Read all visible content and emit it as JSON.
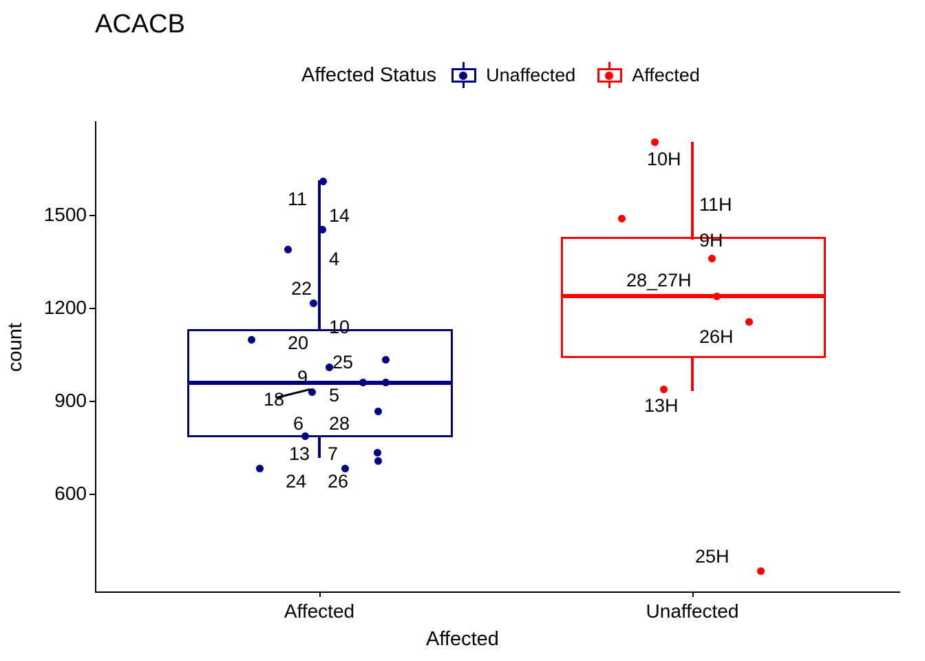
{
  "chart_data": {
    "type": "box",
    "title": "ACACB",
    "xlabel": "Affected",
    "ylabel": "count",
    "ylim": [
      380,
      1640
    ],
    "yticks": [
      600,
      900,
      1200,
      1500
    ],
    "ytick_labels": [
      "600",
      "900",
      "1200",
      "1500"
    ],
    "categories": [
      "Affected",
      "Unaffected"
    ],
    "grid": false,
    "legend": {
      "title": "Affected Status",
      "position": "top",
      "entries": [
        {
          "label": "Unaffected",
          "color": "#000080"
        },
        {
          "label": "Affected",
          "color": "#FF0000"
        }
      ]
    },
    "boxes": [
      {
        "category": "Affected",
        "color": "#000080",
        "q1": 790,
        "median": 977,
        "q3": 1162,
        "whisker_low": 715,
        "whisker_high": 1580
      },
      {
        "category": "Unaffected",
        "color": "#FF0000",
        "q1": 1042,
        "median": 1238,
        "q3": 1425,
        "whisker_low": 940,
        "whisker_high": 1590
      }
    ],
    "points": [
      {
        "label": "11",
        "category": "Affected",
        "value": 1580,
        "color": "#000080",
        "label_pos": "left-below"
      },
      {
        "label": "14",
        "category": "Affected",
        "value": 1455,
        "color": "#000080",
        "label_pos": "right-above"
      },
      {
        "label": "4",
        "category": "Affected",
        "value": 1395,
        "color": "#000080",
        "label_pos": "right-below"
      },
      {
        "label": "22",
        "category": "Affected",
        "value": 1215,
        "color": "#000080",
        "label_pos": "left-above"
      },
      {
        "label": "10",
        "category": "Affected",
        "value": 1162,
        "color": "#000080",
        "label_pos": "right"
      },
      {
        "label": "20",
        "category": "Affected",
        "value": 1105,
        "color": "#000080",
        "label_pos": "right-below"
      },
      {
        "label": "25",
        "category": "Affected",
        "value": 1020,
        "color": "#000080",
        "label_pos": "right"
      },
      {
        "label": "9",
        "category": "Affected",
        "value": 1045,
        "color": "#000080",
        "label_pos": "left-above"
      },
      {
        "label": "5",
        "category": "Affected",
        "value": 975,
        "color": "#000080",
        "label_pos": "right-below"
      },
      {
        "label": "18",
        "category": "Affected",
        "value": 945,
        "color": "#000080",
        "label_pos": "leader-left"
      },
      {
        "label": "28",
        "category": "Affected",
        "value": 895,
        "color": "#000080",
        "label_pos": "left-below"
      },
      {
        "label": "6",
        "category": "Affected",
        "value": 800,
        "color": "#000080",
        "label_pos": "above"
      },
      {
        "label": "13",
        "category": "Affected",
        "value": 775,
        "color": "#000080",
        "label_pos": "left-below"
      },
      {
        "label": "7",
        "category": "Affected",
        "value": 730,
        "color": "#000080",
        "label_pos": "right-below"
      },
      {
        "label": "24",
        "category": "Affected",
        "value": 705,
        "color": "#000080",
        "label_pos": "below"
      },
      {
        "label": "26",
        "category": "Affected",
        "value": 705,
        "color": "#000080",
        "label_pos": "below"
      },
      {
        "label": "10H",
        "category": "Unaffected",
        "value": 1615,
        "color": "#FF0000",
        "label_pos": "below"
      },
      {
        "label": "11H",
        "category": "Unaffected",
        "value": 1490,
        "color": "#FF0000",
        "label_pos": "right"
      },
      {
        "label": "9H",
        "category": "Unaffected",
        "value": 1360,
        "color": "#FF0000",
        "label_pos": "above"
      },
      {
        "label": "28_27H",
        "category": "Unaffected",
        "value": 1238,
        "color": "#FF0000",
        "label_pos": "left-above"
      },
      {
        "label": "26H",
        "category": "Unaffected",
        "value": 1165,
        "color": "#FF0000",
        "label_pos": "left-below"
      },
      {
        "label": "13H",
        "category": "Unaffected",
        "value": 950,
        "color": "#FF0000",
        "label_pos": "below"
      },
      {
        "label": "25H",
        "category": "Unaffected",
        "value": 355,
        "color": "#FF0000",
        "label_pos": "left-above"
      }
    ]
  },
  "axis": {
    "y_title": "count",
    "x_title": "Affected",
    "ytick_labels": [
      "1500",
      "1200",
      "900",
      "600"
    ],
    "xtick_labels": [
      "Affected",
      "Unaffected"
    ]
  },
  "legend": {
    "title": "Affected Status",
    "item0": "Unaffected",
    "item1": "Affected"
  },
  "title": "ACACB"
}
